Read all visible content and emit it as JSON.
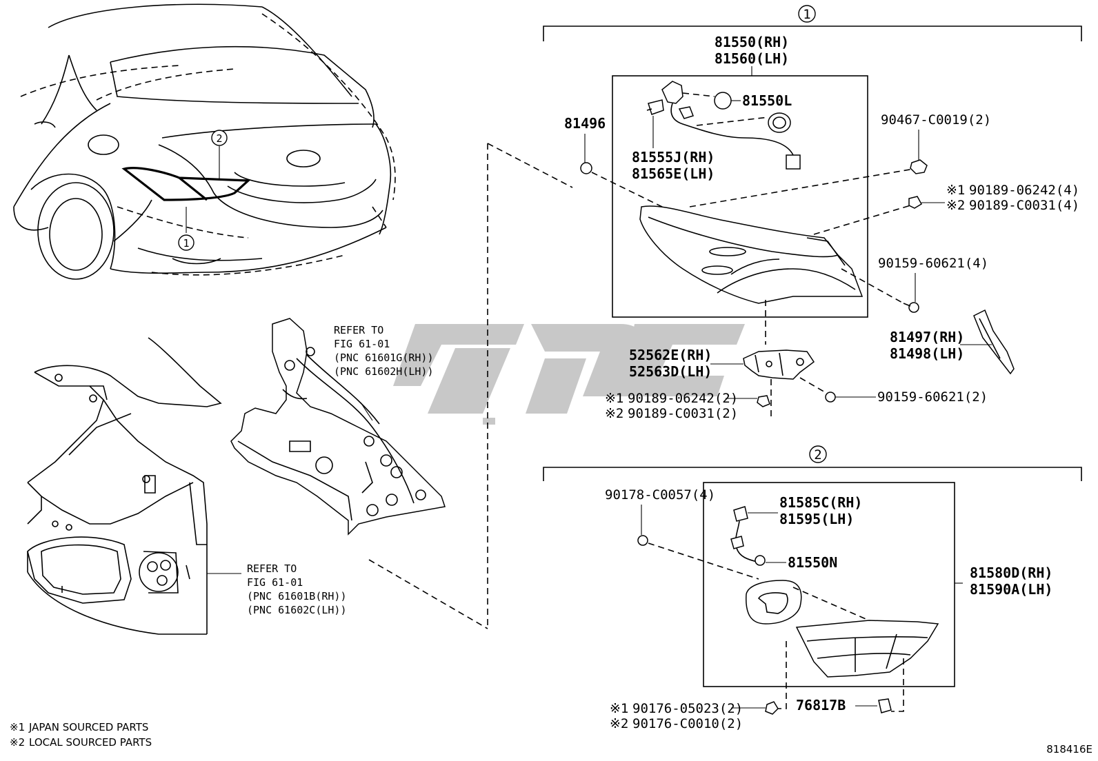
{
  "diagram": {
    "figure_code": "818416E",
    "footnotes": [
      {
        "mark": "※1",
        "text": "JAPAN SOURCED PARTS"
      },
      {
        "mark": "※2",
        "text": "LOCAL SOURCED PARTS"
      }
    ],
    "callouts": {
      "one": "1",
      "two": "2"
    },
    "refer_upper": {
      "line1": "REFER TO",
      "line2": "FIG 61-01",
      "line3": "(PNC 61601G(RH))",
      "line4": "(PNC 61602H(LH))"
    },
    "refer_lower": {
      "line1": "REFER TO",
      "line2": "FIG 61-01",
      "line3": "(PNC 61601B(RH))",
      "line4": "(PNC 61602C(LH))"
    },
    "group1": {
      "assembly": [
        "81550(RH)",
        "81560(LH)"
      ],
      "bulb": "81550L",
      "socket_wire": [
        "81555J(RH)",
        "81565E(LH)"
      ],
      "cushion": "81496",
      "nut_top": "90467-C0019(2)",
      "screw_right_1": "90189-06242(4)",
      "screw_right_2": "90189-C0031(4)",
      "screw_lower": "90159-60621(4)",
      "cover": [
        "81497(RH)",
        "81498(LH)"
      ],
      "bracket": [
        "52562E(RH)",
        "52563D(LH)"
      ],
      "bracket_screw_1": "90189-06242(2)",
      "bracket_screw_2": "90189-C0031(2)",
      "bracket_bolt": "90159-60621(2)"
    },
    "group2": {
      "clip": "90178-C0057(4)",
      "socket_wire": [
        "81585C(RH)",
        "81595(LH)"
      ],
      "bulb": "81550N",
      "assembly": [
        "81580D(RH)",
        "81590A(LH)"
      ],
      "nut_1": "90176-05023(2)",
      "nut_2": "90176-C0010(2)",
      "retainer": "76817B"
    }
  }
}
